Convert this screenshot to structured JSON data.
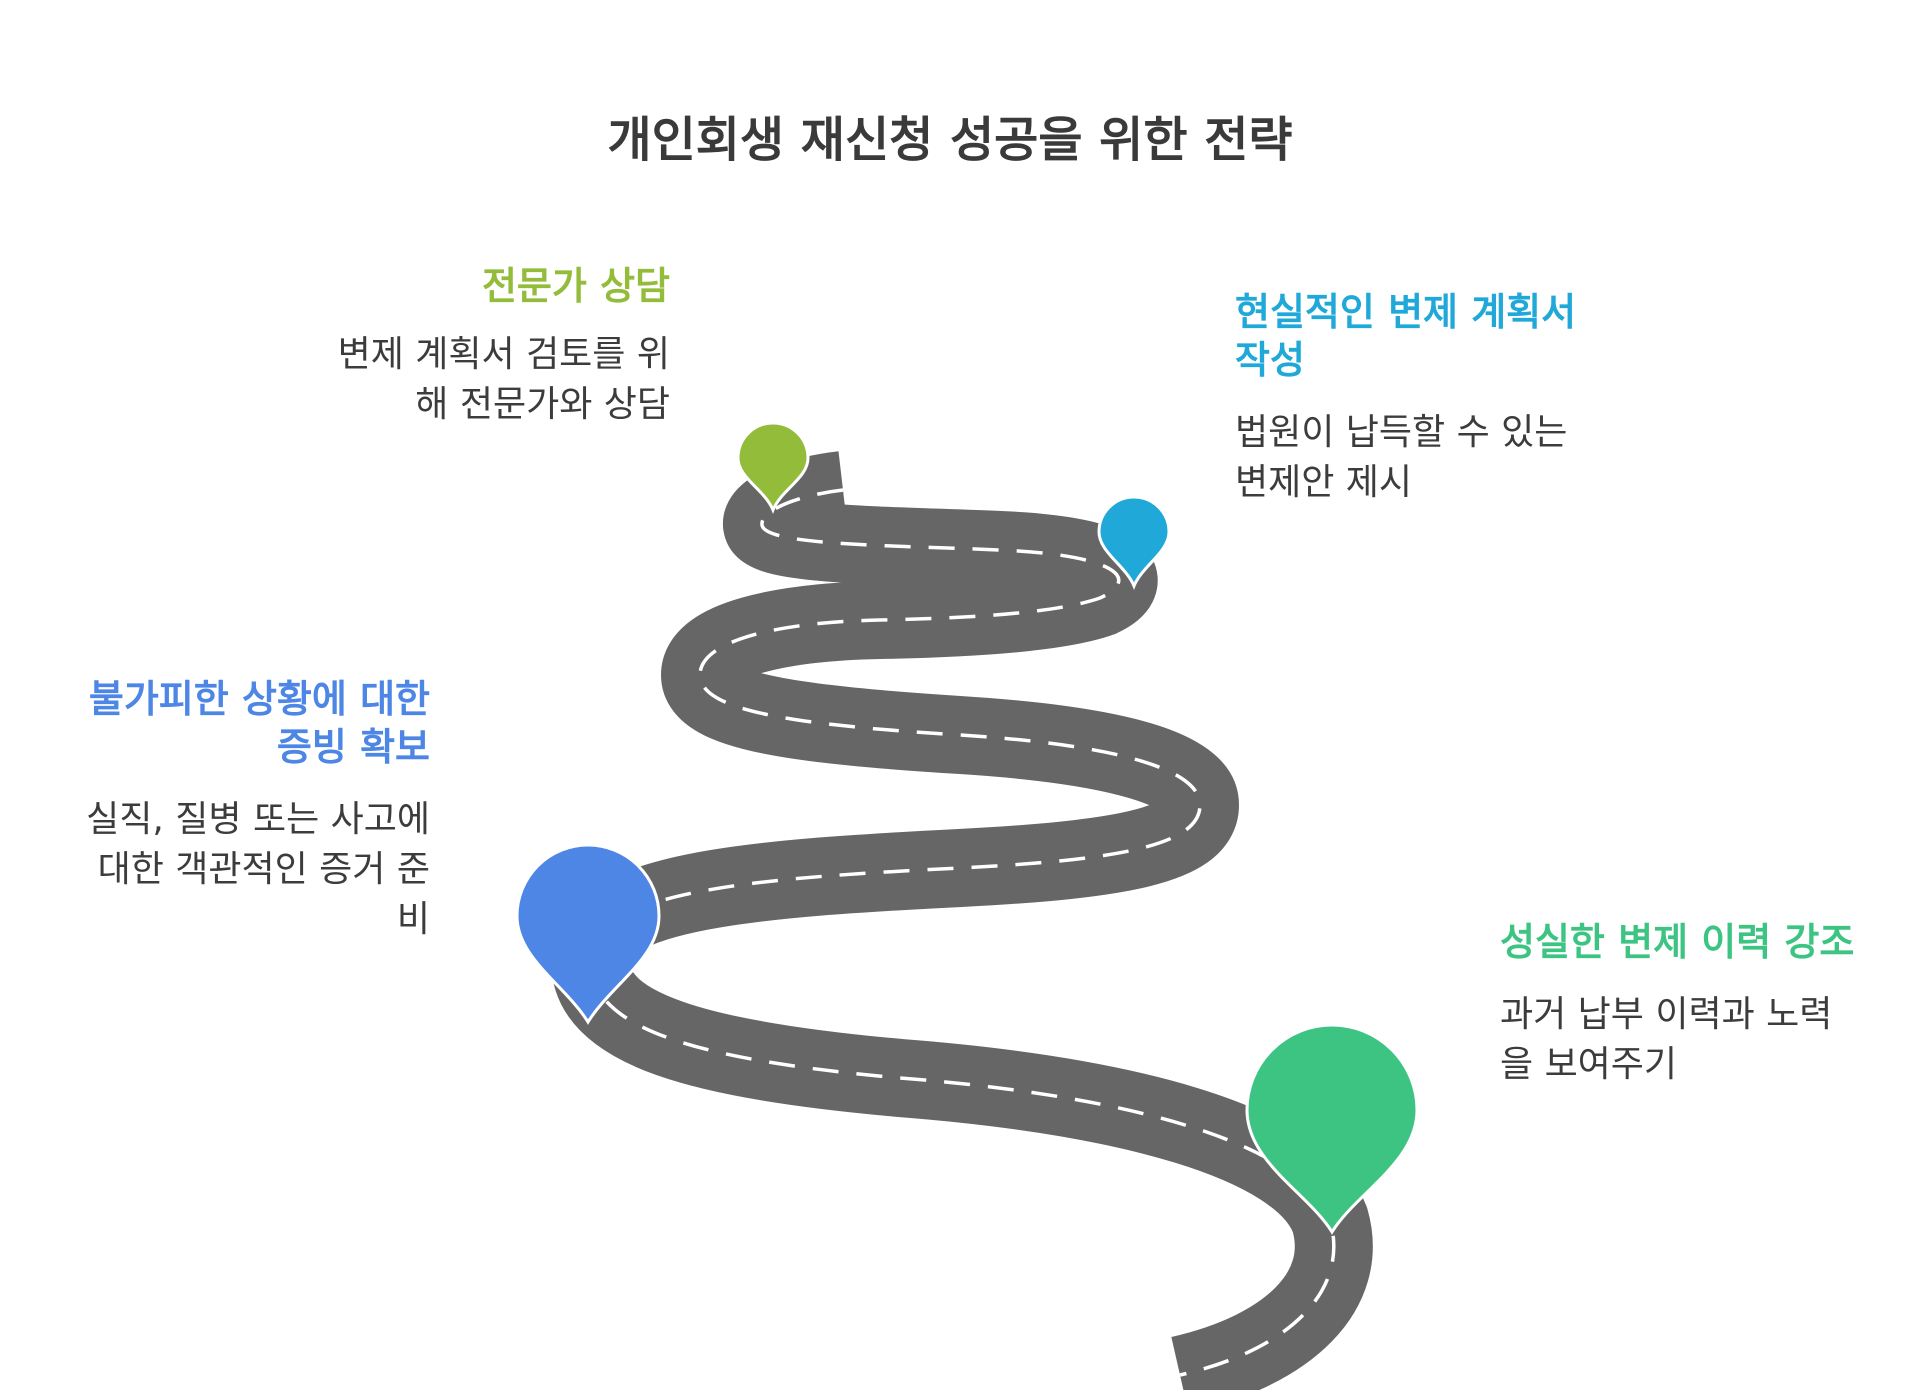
{
  "title": "개인회생 재신청 성공을 위한 전략",
  "colors": {
    "road": "#666666",
    "dash": "#ffffff",
    "green_light": "#93bc3a",
    "cyan": "#1fa8d8",
    "blue": "#4d86e4",
    "green": "#3dc483",
    "text": "#3c3c3c"
  },
  "steps": [
    {
      "id": "expert",
      "heading": "전문가 상담",
      "desc_lines": [
        "변제 계획서 검토를 위",
        "해 전문가와 상담"
      ],
      "color": "#93bc3a"
    },
    {
      "id": "plan",
      "heading_lines": [
        "현실적인 변제 계획서",
        "작성"
      ],
      "desc_lines": [
        "법원이 납득할 수 있는",
        "변제안 제시"
      ],
      "color": "#1fa8d8"
    },
    {
      "id": "evidence",
      "heading_lines": [
        "불가피한 상황에 대한",
        "증빙 확보"
      ],
      "desc_lines": [
        "실직, 질병 또는 사고에",
        "대한 객관적인 증거 준",
        "비"
      ],
      "color": "#4d86e4"
    },
    {
      "id": "history",
      "heading": "성실한 변제 이력 강조",
      "desc_lines": [
        "과거 납부 이력과 노력",
        "을 보여주기"
      ],
      "color": "#3dc483"
    }
  ]
}
